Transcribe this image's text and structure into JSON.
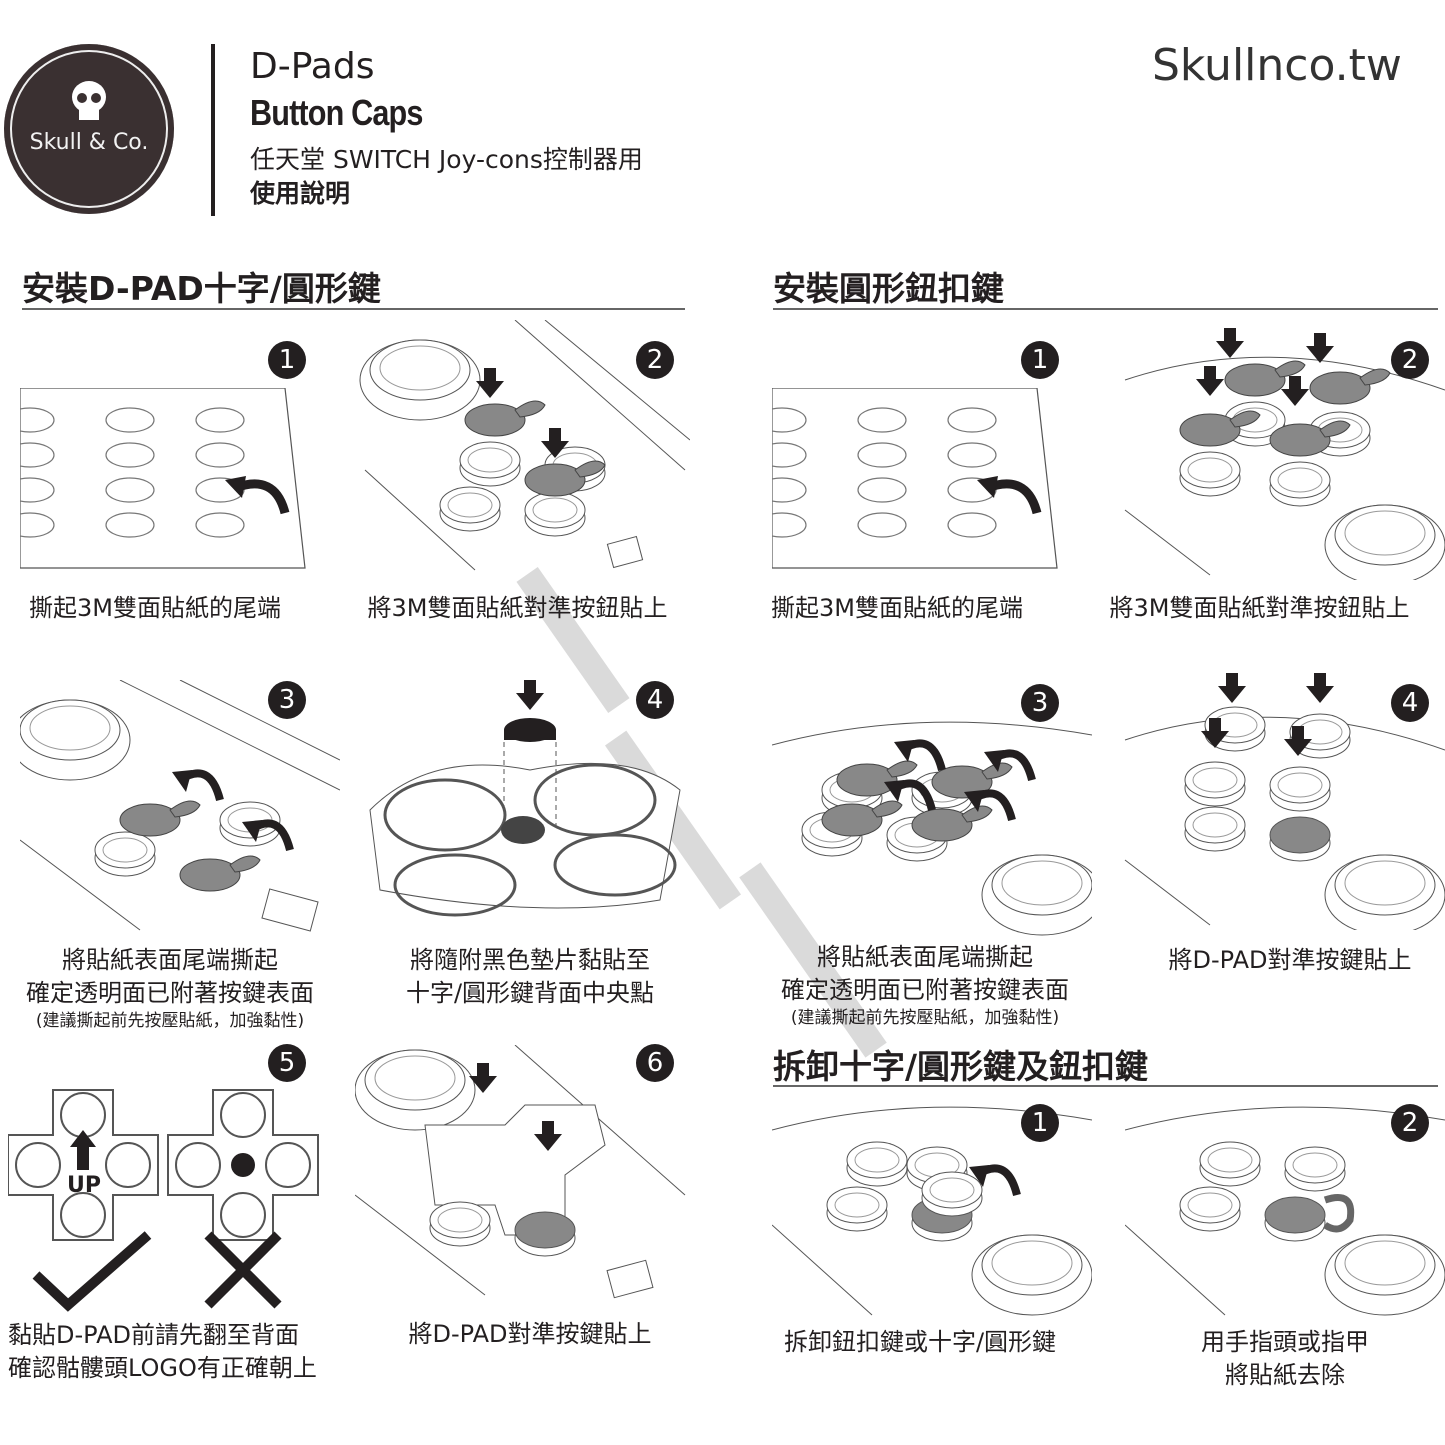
{
  "header": {
    "logo_text": "Skull & Co.",
    "title_line1": "D-Pads",
    "title_line2": "Button Caps",
    "subtitle": "任天堂 SWITCH Joy-cons控制器用",
    "subtitle2": "使用說明",
    "website": "Skullnco.tw"
  },
  "sections": [
    {
      "title": "安裝D-PAD十字/圓形鍵",
      "steps": [
        {
          "num": "1",
          "caption": "撕起3M雙面貼紙的尾端"
        },
        {
          "num": "2",
          "caption": "將3M雙面貼紙對準按鈕貼上"
        },
        {
          "num": "3",
          "caption": "將貼紙表面尾端撕起",
          "caption2": "確定透明面已附著按鍵表面",
          "note": "(建議撕起前先按壓貼紙，加強黏性)"
        },
        {
          "num": "4",
          "caption": "將隨附黑色墊片黏貼至",
          "caption2": "十字/圓形鍵背面中央點"
        },
        {
          "num": "5",
          "caption": "黏貼D-PAD前請先翻至背面",
          "caption2": "確認骷髏頭LOGO有正確朝上",
          "label_up": "UP"
        },
        {
          "num": "6",
          "caption": "將D-PAD對準按鍵貼上"
        }
      ]
    },
    {
      "title": "安裝圓形鈕扣鍵",
      "steps": [
        {
          "num": "1",
          "caption": "撕起3M雙面貼紙的尾端"
        },
        {
          "num": "2",
          "caption": "將3M雙面貼紙對準按鈕貼上"
        },
        {
          "num": "3",
          "caption": "將貼紙表面尾端撕起",
          "caption2": "確定透明面已附著按鍵表面",
          "note": "(建議撕起前先按壓貼紙，加強黏性)"
        },
        {
          "num": "4",
          "caption": "將D-PAD對準按鍵貼上"
        }
      ]
    },
    {
      "title": "拆卸十字/圓形鍵及鈕扣鍵",
      "steps": [
        {
          "num": "1",
          "caption": "拆卸鈕扣鍵或十字/圓形鍵"
        },
        {
          "num": "2",
          "caption": "用手指頭或指甲",
          "caption2": "將貼紙去除"
        }
      ]
    }
  ]
}
